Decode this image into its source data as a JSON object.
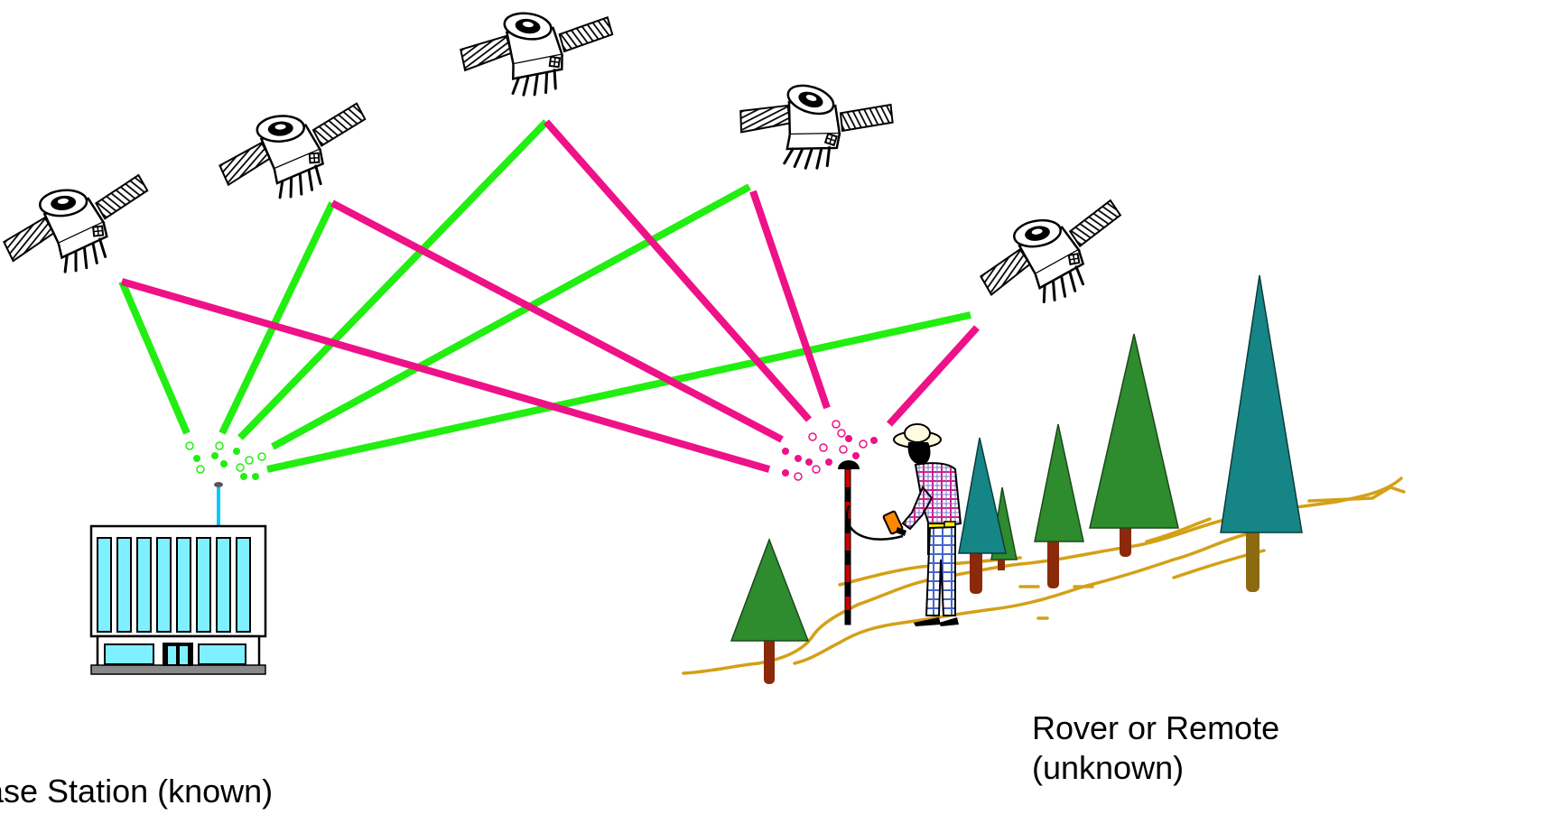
{
  "labels": {
    "base_station": "ase Station (known)",
    "rover_line1": "Rover or Remote",
    "rover_line2": "(unknown)"
  },
  "colors": {
    "base_signal": "#22ee11",
    "rover_signal": "#ee1188",
    "tree_green": "#2e8b2e",
    "tree_teal": "#158585",
    "trunk_brown": "#8b2a0a",
    "terrain_line": "#d4a017",
    "building_window": "#7ff0ff",
    "antenna_cable": "#00c8ff"
  },
  "icons": [
    "satellite-icon",
    "base-station-building-icon",
    "surveyor-icon",
    "gps-antenna-pole-icon",
    "tree-icon"
  ]
}
